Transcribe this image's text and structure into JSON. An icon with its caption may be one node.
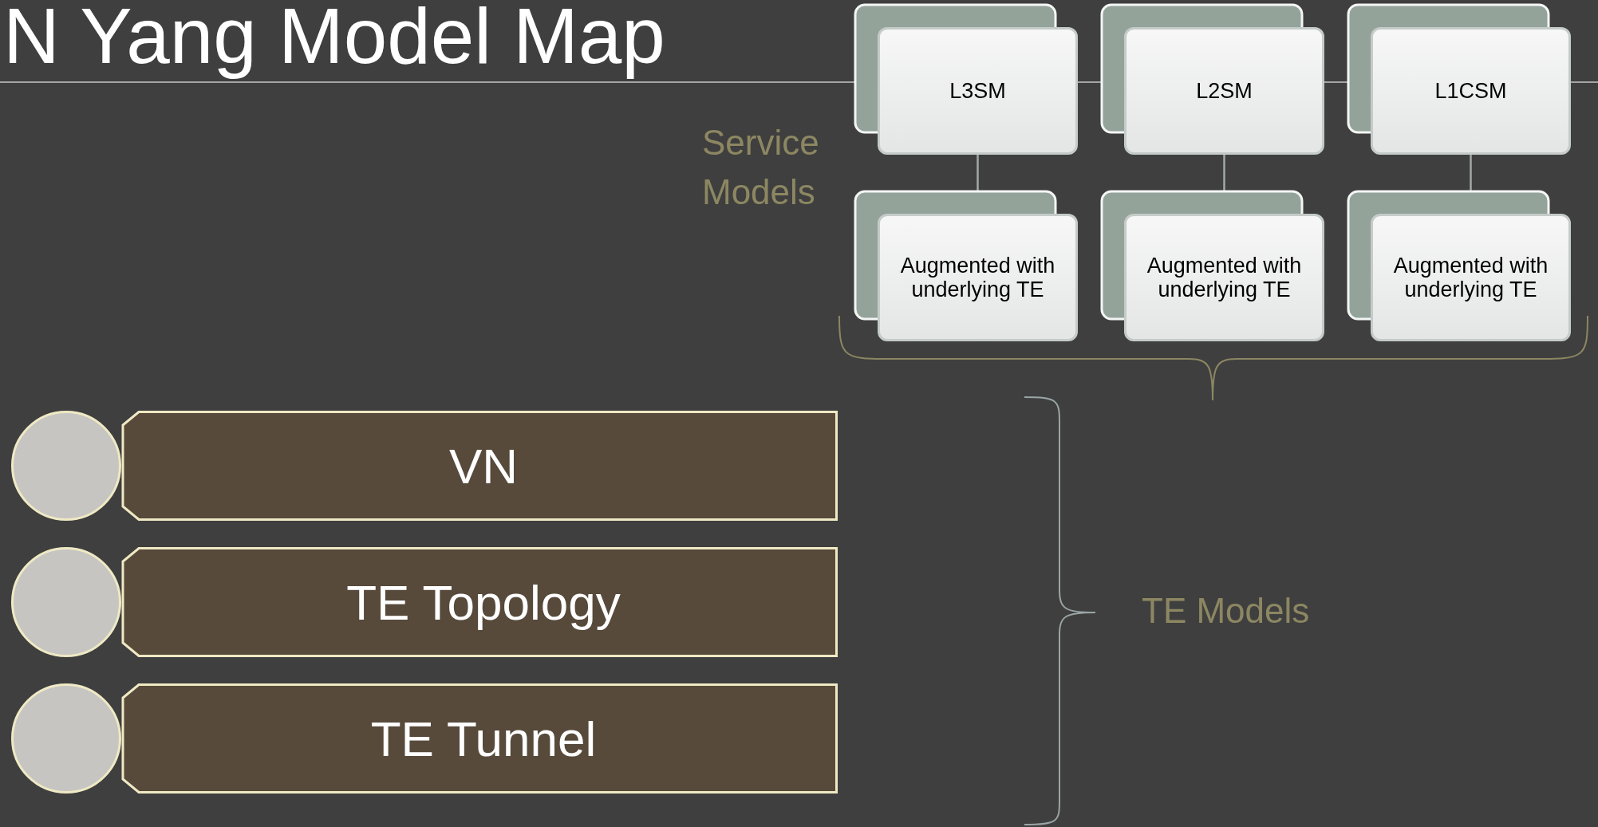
{
  "diagram": {
    "title": "N Yang Model Map",
    "nodes": [
      {
        "text": [
          "L3SM"
        ]
      },
      {
        "text": [
          "L2SM"
        ]
      },
      {
        "text": [
          "L1CSM"
        ]
      },
      {
        "text": [
          "Augmented with underlying TE"
        ]
      },
      {
        "text": [
          "Augmented with underlying TE"
        ]
      },
      {
        "text": [
          "Augmented with underlying TE"
        ]
      },
      {
        "text": [],
        "shape": "circle"
      },
      {
        "text": [
          "VN"
        ]
      },
      {
        "text": [],
        "shape": "circle"
      },
      {
        "text": [
          "TE Topology"
        ]
      },
      {
        "text": [],
        "shape": "circle"
      },
      {
        "text": [
          "TE Tunnel"
        ]
      }
    ],
    "edges": [
      {
        "from": 0,
        "to": 3,
        "arrow": "none"
      },
      {
        "from": 1,
        "to": 4,
        "arrow": "none"
      },
      {
        "from": 2,
        "to": 5,
        "arrow": "none"
      }
    ],
    "labels": [
      "Service Models",
      "TE Models"
    ]
  }
}
